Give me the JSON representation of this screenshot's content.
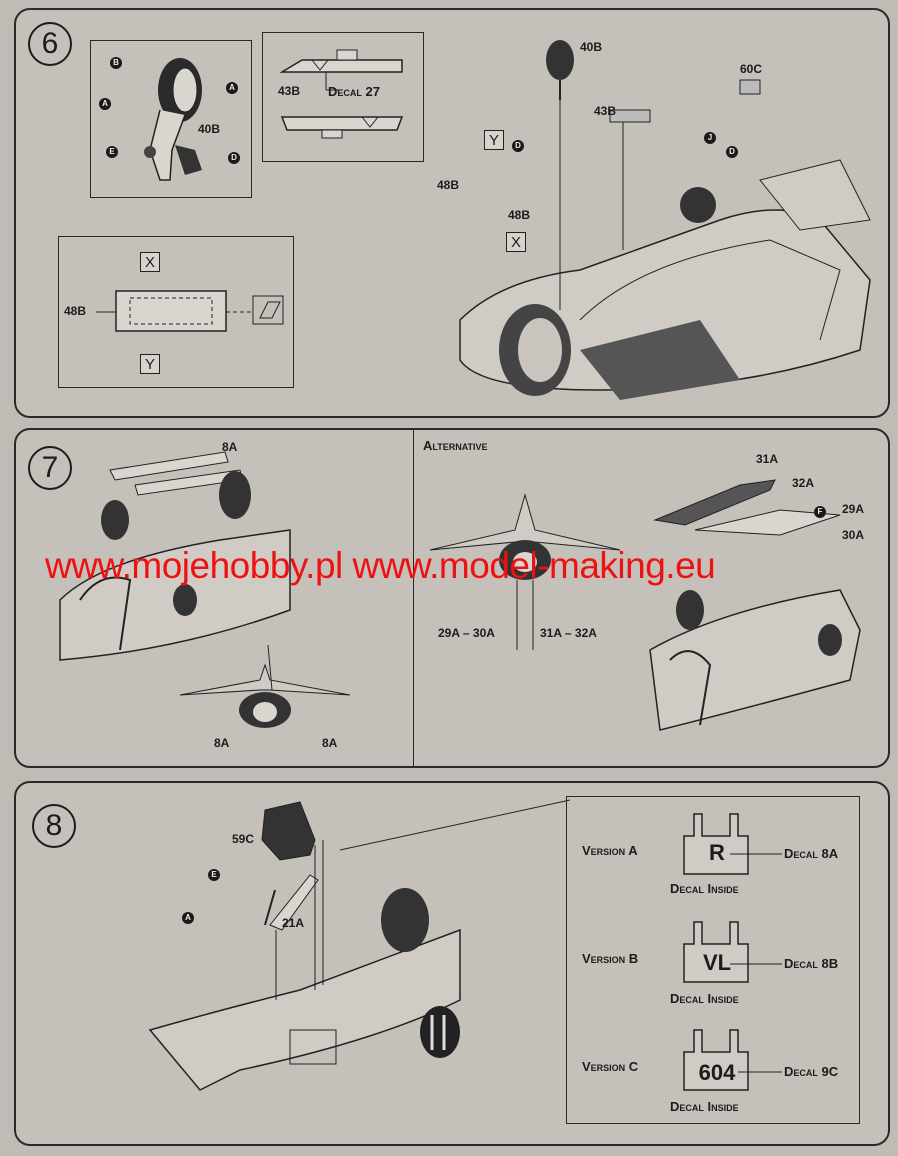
{
  "steps": {
    "s6": {
      "number": "6",
      "parts": {
        "p40b": "40B",
        "p60c": "60C",
        "p43b": "43B",
        "decal27": "Decal 27",
        "p48b": "48B",
        "x": "X",
        "y": "Y"
      },
      "markers": {
        "a": "A",
        "b": "B",
        "d": "D",
        "e": "E",
        "j": "J"
      }
    },
    "s7": {
      "number": "7",
      "alternative": "Alternative",
      "parts": {
        "p8a": "8A",
        "p31a": "31A",
        "p32a": "32A",
        "p29a": "29A",
        "p30a": "30A",
        "range1": "29A – 30A",
        "range2": "31A – 32A"
      },
      "markers": {
        "f": "F"
      }
    },
    "s8": {
      "number": "8",
      "parts": {
        "p59c": "59C",
        "p21a": "21A"
      },
      "markers": {
        "e": "E",
        "a": "A"
      },
      "versions": [
        {
          "label": "Version A",
          "decal_text": "R",
          "decal_ref": "Decal 8A",
          "inside": "Decal Inside"
        },
        {
          "label": "Version B",
          "decal_text": "VL",
          "decal_ref": "Decal 8B",
          "inside": "Decal Inside"
        },
        {
          "label": "Version C",
          "decal_text": "604",
          "decal_ref": "Decal 9C",
          "inside": "Decal Inside"
        }
      ]
    }
  },
  "watermark": "www.mojehobby.pl www.model-making.eu",
  "colors": {
    "paper": "#c5c1ba",
    "ink": "#1c1c1c",
    "watermark": "#ee1111"
  }
}
